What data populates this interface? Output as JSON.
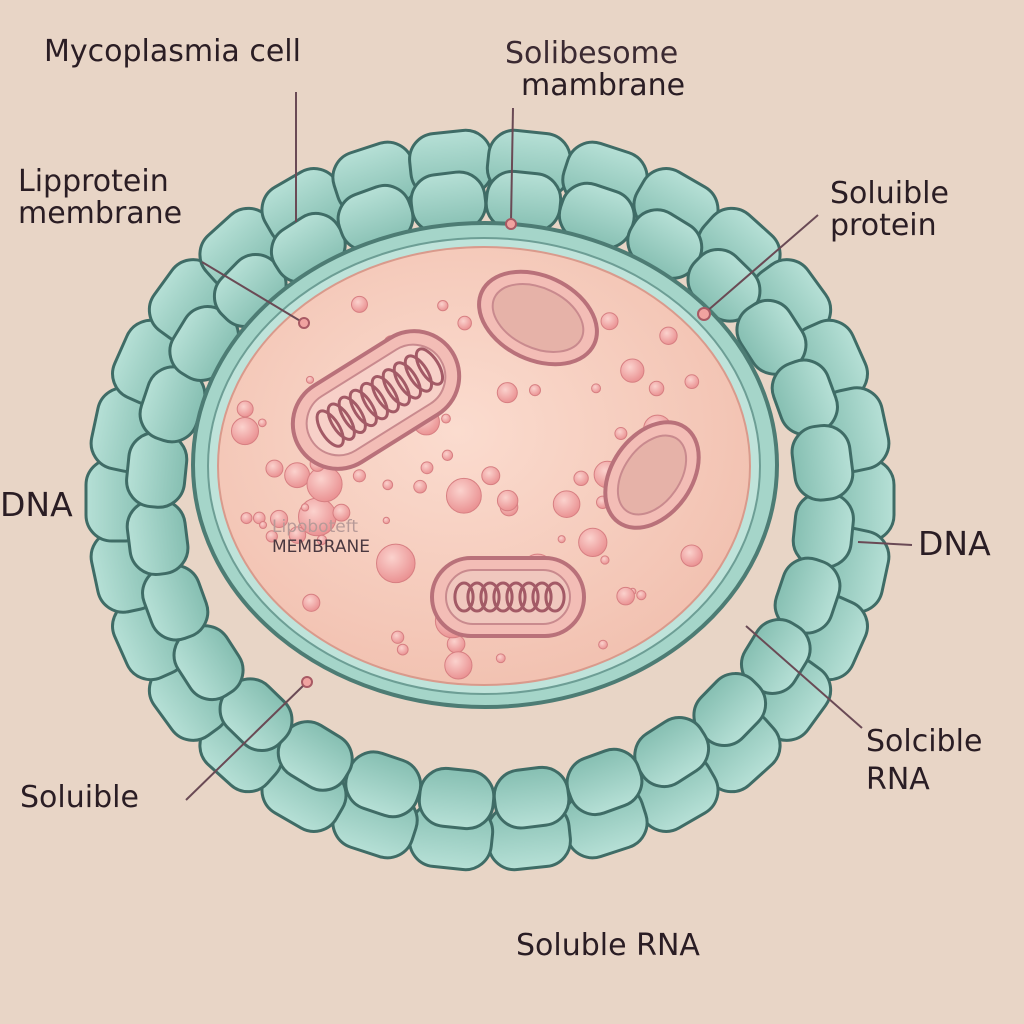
{
  "labels": {
    "mycoplasmia_cell": "Mycoplasmia cell",
    "solibesome_line1": "Solibesome",
    "solibesome_line2": "mambrane",
    "lipprotein_line1": "Lipprotein",
    "lipprotein_line2": "membrane",
    "soluible_protein_line1": "Soluible",
    "soluible_protein_line2": "protein",
    "dna_left": "DNA",
    "dna_right": "DNA",
    "solcible_line1": "Solcible",
    "solcible_line2": "RNA",
    "soluible_left": "Soluible",
    "soluble_rna_bottom": "Soluble RNA",
    "inner_line1": "Lipoboteft",
    "inner_line2": "MEMBRANE"
  },
  "colors": {
    "background": "#e8d5c6",
    "outer_lobes": "#9ccfc3",
    "outer_lobe_edge": "#3f6c66",
    "membrane_ring": "#9ccfc3",
    "cytoplasm": "#f6cfbf",
    "vesicles": "#f1a7a5",
    "organelle_fill": "#f3c0bb",
    "organelle_edge": "#b9717a",
    "leader_lines": "#6a4a55"
  }
}
